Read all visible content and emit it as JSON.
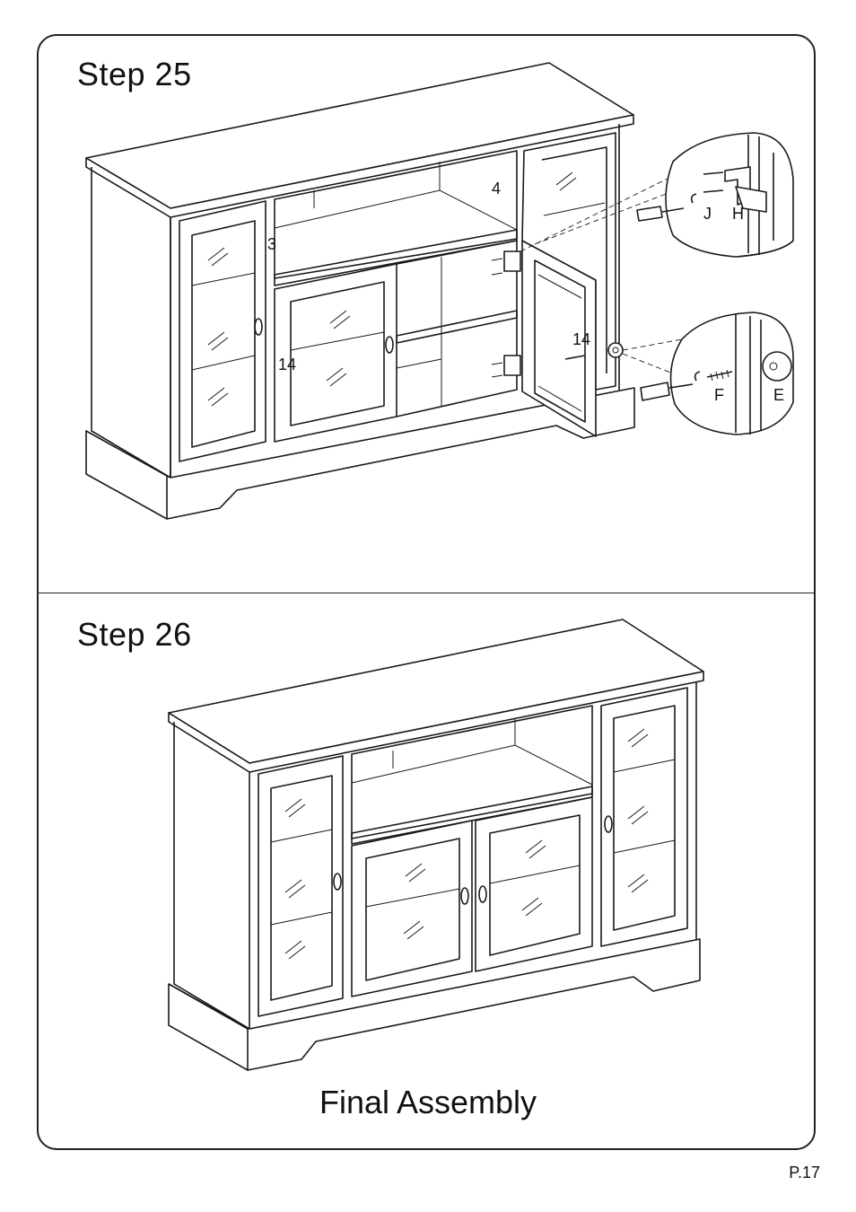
{
  "steps": [
    {
      "title": "Step  25",
      "part_labels": [
        "4",
        "3",
        "14",
        "14"
      ],
      "hardware_labels": [
        "J",
        "H",
        "F",
        "E"
      ]
    },
    {
      "title": "Step  26"
    }
  ],
  "caption": "Final Assembly",
  "page_number": "P.17"
}
